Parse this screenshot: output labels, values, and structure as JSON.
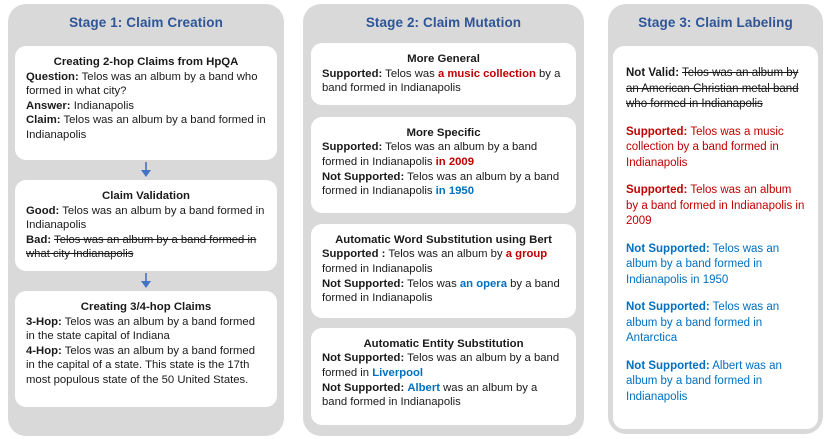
{
  "colors": {
    "panel_gray": "#d9d9d9",
    "stage_title_blue": "#2f5597",
    "highlight_red": "#c00000",
    "highlight_blue": "#0070c0",
    "arrow_blue": "#4472c4"
  },
  "stages": [
    {
      "title": "Stage 1: Claim Creation",
      "boxes": [
        {
          "heading": "Creating 2-hop Claims from HpQA",
          "paras": [
            {
              "runs": [
                {
                  "t": "Question:",
                  "s": "b"
                },
                {
                  "t": " Telos was an album by a band who formed in what city?",
                  "s": "t"
                }
              ]
            },
            {
              "runs": [
                {
                  "t": "Answer:",
                  "s": "b"
                },
                {
                  "t": " Indianapolis",
                  "s": "t"
                }
              ]
            },
            {
              "runs": [
                {
                  "t": "Claim:",
                  "s": "b"
                },
                {
                  "t": " Telos was an album by a band formed in Indianapolis",
                  "s": "t"
                }
              ]
            }
          ]
        },
        {
          "heading": "Claim Validation",
          "paras": [
            {
              "runs": [
                {
                  "t": "Good:",
                  "s": "b"
                },
                {
                  "t": " Telos was an album by a band formed in Indianapolis",
                  "s": "t"
                }
              ]
            },
            {
              "runs": [
                {
                  "t": "Bad:",
                  "s": "b"
                },
                {
                  "t": " ",
                  "s": "t"
                },
                {
                  "t": "Telos was an album by a band formed in what city Indianapolis",
                  "s": "st"
                }
              ]
            }
          ]
        },
        {
          "heading": "Creating 3/4-hop Claims",
          "paras": [
            {
              "runs": [
                {
                  "t": "3-Hop:",
                  "s": "b"
                },
                {
                  "t": " Telos was an album by a band formed in the state capital of Indiana",
                  "s": "t"
                }
              ]
            },
            {
              "runs": [
                {
                  "t": "4-Hop:",
                  "s": "b"
                },
                {
                  "t": " Telos was an album by a band formed in the capital of a state. This state is the 17th most populous state of the 50 United States.",
                  "s": "t"
                }
              ]
            }
          ]
        }
      ]
    },
    {
      "title": "Stage 2: Claim Mutation",
      "boxes": [
        {
          "heading": "More General",
          "paras": [
            {
              "runs": [
                {
                  "t": "Supported:",
                  "s": "b"
                },
                {
                  "t": " Telos was ",
                  "s": "t"
                },
                {
                  "t": "a music collection",
                  "s": "br"
                },
                {
                  "t": " by a band formed in Indianapolis",
                  "s": "t"
                }
              ]
            }
          ]
        },
        {
          "heading": "More Specific",
          "paras": [
            {
              "runs": [
                {
                  "t": "Supported:",
                  "s": "b"
                },
                {
                  "t": " Telos was an album by a band formed in Indianapolis ",
                  "s": "t"
                },
                {
                  "t": "in 2009",
                  "s": "br"
                }
              ]
            },
            {
              "runs": [
                {
                  "t": "Not Supported:",
                  "s": "b"
                },
                {
                  "t": " Telos was an album by a band formed in Indianapolis ",
                  "s": "t"
                },
                {
                  "t": "in 1950",
                  "s": "bb"
                }
              ]
            }
          ]
        },
        {
          "heading": "Automatic Word Substitution using Bert",
          "paras": [
            {
              "runs": [
                {
                  "t": "Supported :",
                  "s": "b"
                },
                {
                  "t": " Telos was an album by ",
                  "s": "t"
                },
                {
                  "t": "a group",
                  "s": "br"
                },
                {
                  "t": " formed in Indianapolis",
                  "s": "t"
                }
              ]
            },
            {
              "runs": [
                {
                  "t": "Not Supported:",
                  "s": "b"
                },
                {
                  "t": " Telos was ",
                  "s": "t"
                },
                {
                  "t": "an opera",
                  "s": "bb"
                },
                {
                  "t": " by a band formed in Indianapolis",
                  "s": "t"
                }
              ]
            }
          ]
        },
        {
          "heading": "Automatic Entity Substitution",
          "paras": [
            {
              "runs": [
                {
                  "t": "Not Supported:",
                  "s": "b"
                },
                {
                  "t": " Telos was an album by a band formed in ",
                  "s": "t"
                },
                {
                  "t": "Liverpool",
                  "s": "bb"
                }
              ]
            },
            {
              "runs": [
                {
                  "t": "Not Supported:",
                  "s": "b"
                },
                {
                  "t": " ",
                  "s": "t"
                },
                {
                  "t": "Albert",
                  "s": "bb"
                },
                {
                  "t": " was an album by a band formed in Indianapolis",
                  "s": "t"
                }
              ]
            }
          ]
        }
      ]
    },
    {
      "title": "Stage 3: Claim Labeling",
      "boxes": [
        {
          "heading": "",
          "paras": [
            {
              "runs": [
                {
                  "t": "Not Valid:",
                  "s": "b"
                },
                {
                  "t": " ",
                  "s": "t"
                },
                {
                  "t": "Telos was an album by an American Christian metal band who formed in Indianapolis",
                  "s": "st"
                }
              ]
            },
            {
              "runs": [
                {
                  "t": "Supported:",
                  "s": "br"
                },
                {
                  "t": " Telos was a music collection by a band formed in Indianapolis",
                  "s": "r"
                }
              ]
            },
            {
              "runs": [
                {
                  "t": "Supported:",
                  "s": "br"
                },
                {
                  "t": " Telos was an album by a band formed in Indianapolis in 2009",
                  "s": "r"
                }
              ]
            },
            {
              "runs": [
                {
                  "t": "Not Supported:",
                  "s": "bb"
                },
                {
                  "t": " Telos was an album by a band formed in Indianapolis in 1950",
                  "s": "bl"
                }
              ]
            },
            {
              "runs": [
                {
                  "t": "Not Supported:",
                  "s": "bb"
                },
                {
                  "t": " Telos was an album by a band formed in Antarctica",
                  "s": "bl"
                }
              ]
            },
            {
              "runs": [
                {
                  "t": "Not Supported:",
                  "s": "bb"
                },
                {
                  "t": " Albert was an album by a band formed in Indianapolis",
                  "s": "bl"
                }
              ]
            }
          ]
        }
      ]
    }
  ]
}
